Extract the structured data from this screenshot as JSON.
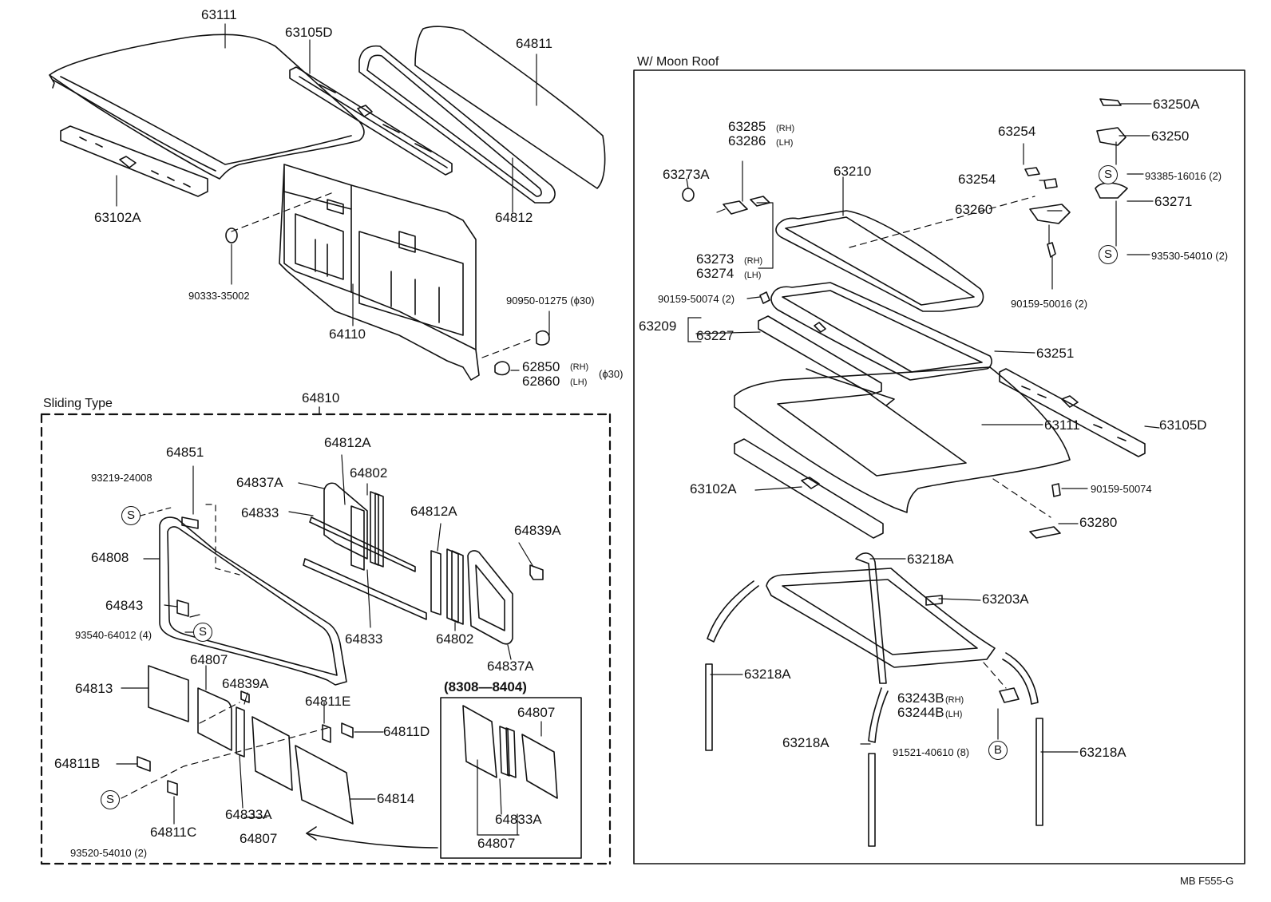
{
  "sections": {
    "moon_roof_title": "W/ Moon Roof",
    "sliding_type_title": "Sliding Type",
    "date_range": "(8308—8404)",
    "footer_code": "MB  F555-G"
  },
  "symbols": {
    "s": "S",
    "b": "B"
  },
  "labels": {
    "p63111_top": "63111",
    "p63105D_top": "63105D",
    "p64811": "64811",
    "p64812": "64812",
    "p63102A_top": "63102A",
    "p90333": "90333-35002",
    "p64110": "64110",
    "p90950": "90950-01275 (ϕ30)",
    "p62850": "62850",
    "p62850_side": "(RH)",
    "p62860": "62860",
    "p62860_side": "(LH)",
    "p62_dia": "(ϕ30)",
    "p64810": "64810",
    "p64851": "64851",
    "p93219": "93219-24008",
    "p64808": "64808",
    "p64843": "64843",
    "p93540": "93540-64012 (4)",
    "p64812A_a": "64812A",
    "p64837A_a": "64837A",
    "p64802_a": "64802",
    "p64833_a": "64833",
    "p64833_b": "64833",
    "p64812A_b": "64812A",
    "p64839A_a": "64839A",
    "p64802_b": "64802",
    "p64837A_b": "64837A",
    "p64813": "64813",
    "p64807_a": "64807",
    "p64839A_b": "64839A",
    "p64811E": "64811E",
    "p64811D": "64811D",
    "p64811B": "64811B",
    "p64814": "64814",
    "p64811C": "64811C",
    "p64833A_a": "64833A",
    "p64807_b": "64807",
    "p93520": "93520-54010 (2)",
    "p64807_c": "64807",
    "p64833A_b": "64833A",
    "p64807_d": "64807",
    "p63250A": "63250A",
    "p63250": "63250",
    "p93385": "93385-16016 (2)",
    "p63271": "63271",
    "p93530": "93530-54010 (2)",
    "p63254_a": "63254",
    "p63254_b": "63254",
    "p63260": "63260",
    "p90159_50016": "90159-50016 (2)",
    "p63285": "63285",
    "p63285_side": "(RH)",
    "p63286": "63286",
    "p63286_side": "(LH)",
    "p63273A": "63273A",
    "p63210": "63210",
    "p63273": "63273",
    "p63273_side": "(RH)",
    "p63274": "63274",
    "p63274_side": "(LH)",
    "p90159_50074_2": "90159-50074 (2)",
    "p63209": "63209",
    "p63227": "63227",
    "p63251": "63251",
    "p63111_b": "63111",
    "p63105D_b": "63105D",
    "p63102A_b": "63102A",
    "p90159_50074": "90159-50074",
    "p63280": "63280",
    "p63218A_a": "63218A",
    "p63203A": "63203A",
    "p63218A_b": "63218A",
    "p63243B": "63243B",
    "p63243B_side": "(RH)",
    "p63244B": "63244B",
    "p63244B_side": "(LH)",
    "p63218A_c": "63218A",
    "p91521": "91521-40610 (8)",
    "p63218A_d": "63218A"
  }
}
